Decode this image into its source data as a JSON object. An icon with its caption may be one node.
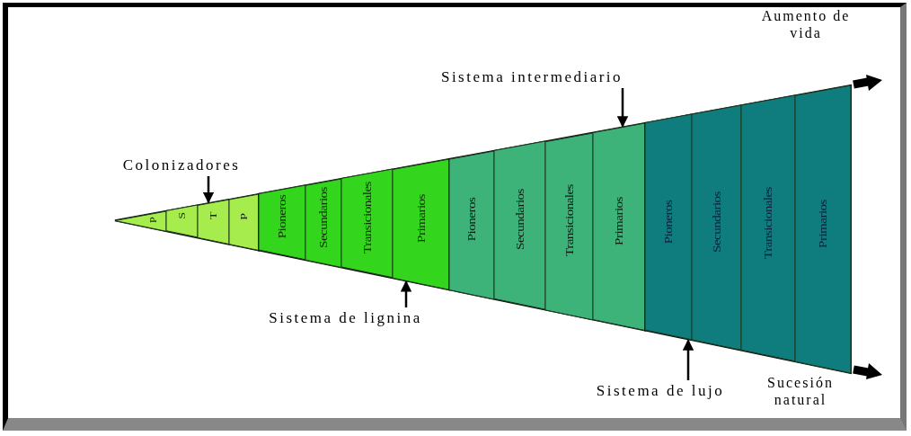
{
  "diagram": {
    "nodes": [
      {
        "text": [],
        "shape": "band"
      },
      {
        "text": [
          "P"
        ],
        "in": 0
      },
      {
        "text": [
          "S"
        ],
        "in": 0
      },
      {
        "text": [
          "T"
        ],
        "in": 0
      },
      {
        "text": [
          "P"
        ],
        "in": 0
      },
      {
        "text": [],
        "shape": "band"
      },
      {
        "text": [
          "Pioneros"
        ],
        "in": 5
      },
      {
        "text": [
          "Secundarios"
        ],
        "in": 5
      },
      {
        "text": [
          "Transicionales"
        ],
        "in": 5
      },
      {
        "text": [
          "Primarios"
        ],
        "in": 5
      },
      {
        "text": [],
        "shape": "band"
      },
      {
        "text": [
          "Pioneros"
        ],
        "in": 10
      },
      {
        "text": [
          "Secundarios"
        ],
        "in": 10
      },
      {
        "text": [
          "Transicionales"
        ],
        "in": 10
      },
      {
        "text": [
          "Primarios"
        ],
        "in": 10
      },
      {
        "text": [],
        "shape": "band"
      },
      {
        "text": [
          "Pioneros"
        ],
        "in": 15
      },
      {
        "text": [
          "Secundarios"
        ],
        "in": 15
      },
      {
        "text": [
          "Transicionales"
        ],
        "in": 15
      },
      {
        "text": [
          "Primarios"
        ],
        "in": 15
      },
      {
        "text": [
          "Colonizadores"
        ]
      },
      {
        "text": [
          "Sistema intermediario"
        ]
      },
      {
        "text": [
          "Sistema de lignina"
        ]
      },
      {
        "text": [
          "Sistema de lujo"
        ]
      }
    ],
    "edges": [
      {
        "from": 20,
        "to": 0,
        "arrow": "to"
      },
      {
        "from": 21,
        "to": 10,
        "arrow": "to"
      },
      {
        "from": 22,
        "to": 5,
        "arrow": "to"
      },
      {
        "from": 23,
        "to": 15,
        "arrow": "to"
      }
    ],
    "labels": [
      "Aumento de vida",
      "Sucesión natural"
    ]
  }
}
